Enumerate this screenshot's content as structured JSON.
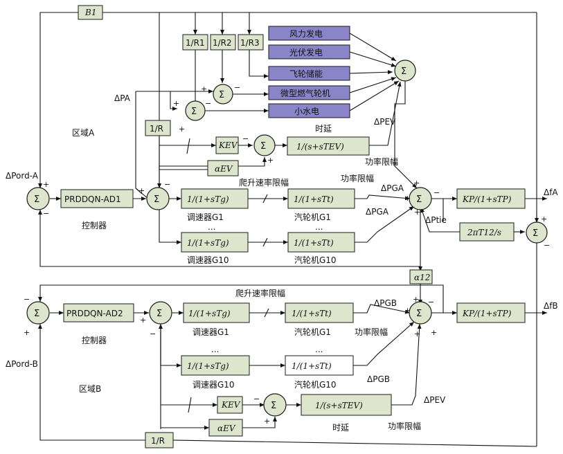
{
  "blocks": {
    "b1": "B1",
    "r1": "1/R1",
    "r2": "1/R2",
    "r3": "1/R3",
    "inv_r": "1/R",
    "kev": "KEV",
    "alpha_ev": "αEV",
    "ev_delay": "1/(s+sTEV)",
    "controller": "PRDDQN-AD1",
    "controller_b": "PRDDQN-AD2",
    "governor": "1/(1+sTg)",
    "turbine": "1/(1+sTt)",
    "kp_block": "KP/(1+sTP)",
    "tie_block": "2πT12/s",
    "alpha12": "α12"
  },
  "sources": {
    "wind": "风力发电",
    "pv": "光伏发电",
    "flywheel": "飞轮储能",
    "micro_turbine": "微型燃气轮机",
    "small_hydro": "小水电"
  },
  "labels": {
    "region_a": "区域A",
    "region_b": "区域B",
    "controller_label": "控制器",
    "delay": "时延",
    "power_limit": "功率限幅",
    "ramp_limit": "爬升速率限幅",
    "gov_g1": "调速器G1",
    "gov_g10": "调速器G10",
    "tur_g1": "汽轮机G1",
    "tur_g10": "汽轮机G10",
    "ellipsis": "...",
    "dp_a": "ΔPA",
    "dp_ev": "ΔPEV",
    "dp_ord_a": "ΔPord-A",
    "dp_ord_b": "ΔPord-B",
    "dp_ga": "ΔPGA",
    "dp_gb": "ΔPGB",
    "dp_tie": "ΔPtie",
    "df_a": "ΔfA",
    "df_b": "ΔfB",
    "sigma": "Σ"
  },
  "colors": {
    "block_fill": "#dde5cc",
    "source_fill": "#8a85c8",
    "line": "#111111"
  }
}
